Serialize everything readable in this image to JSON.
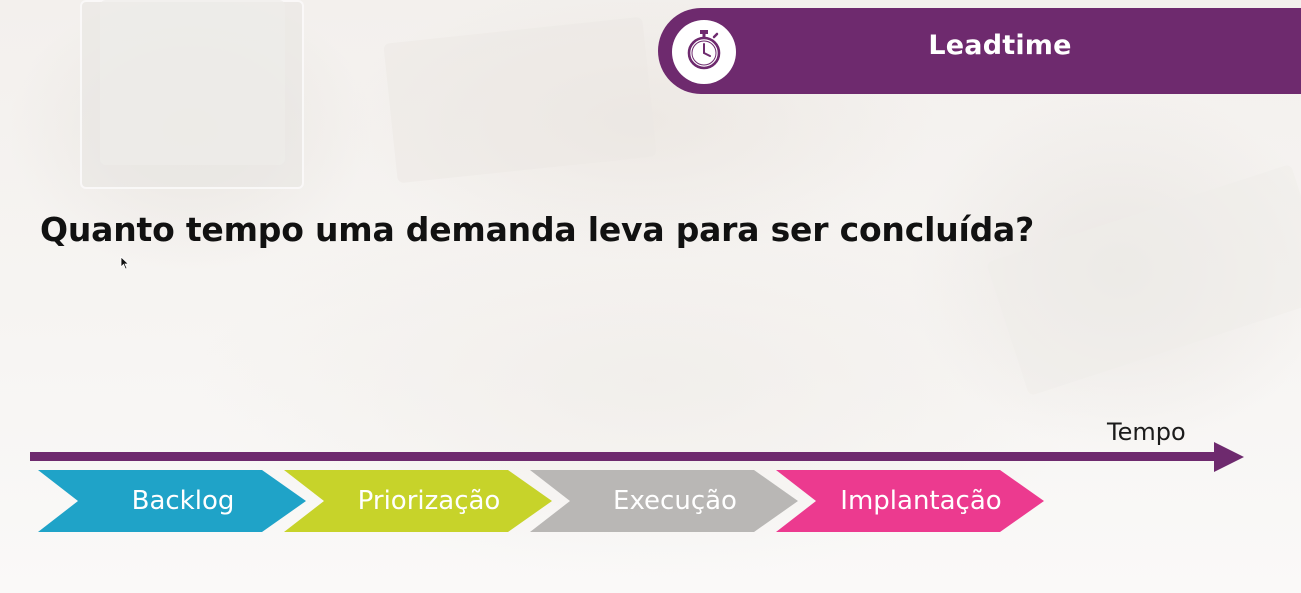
{
  "header": {
    "title": "Leadtime",
    "icon": "stopwatch-icon",
    "color": "#6e2a6e"
  },
  "question": "Quanto tempo uma demanda leva para ser concluída?",
  "timeline": {
    "axis_label": "Tempo",
    "axis_color": "#6e2a6e",
    "stages": [
      {
        "label": "Backlog",
        "color": "#1fa3c8"
      },
      {
        "label": "Priorização",
        "color": "#c7d32a"
      },
      {
        "label": "Execução",
        "color": "#b9b7b5"
      },
      {
        "label": "Implantação",
        "color": "#ec3a8f"
      }
    ]
  }
}
